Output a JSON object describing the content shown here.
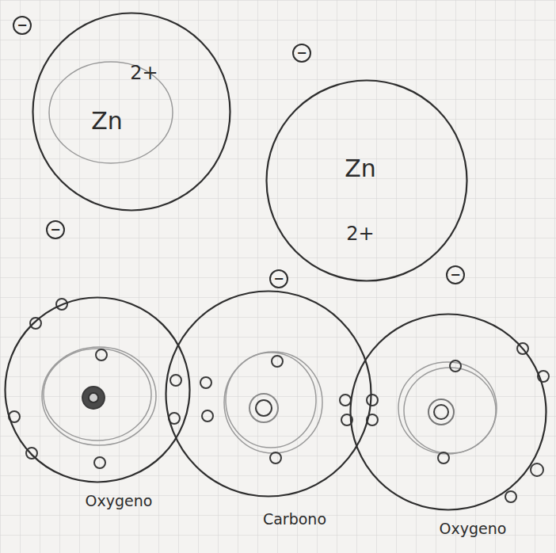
{
  "diagram": {
    "nodes": [
      {
        "text": [
          "Zn",
          "2+"
        ]
      },
      {
        "text": [
          "Zn",
          "2+"
        ]
      },
      {
        "text": [
          "Oxygeno"
        ]
      },
      {
        "text": [
          "Carbono"
        ]
      },
      {
        "text": [
          "Oxygeno"
        ]
      }
    ],
    "labels": [
      "−",
      "−",
      "−",
      "−",
      "−"
    ]
  }
}
